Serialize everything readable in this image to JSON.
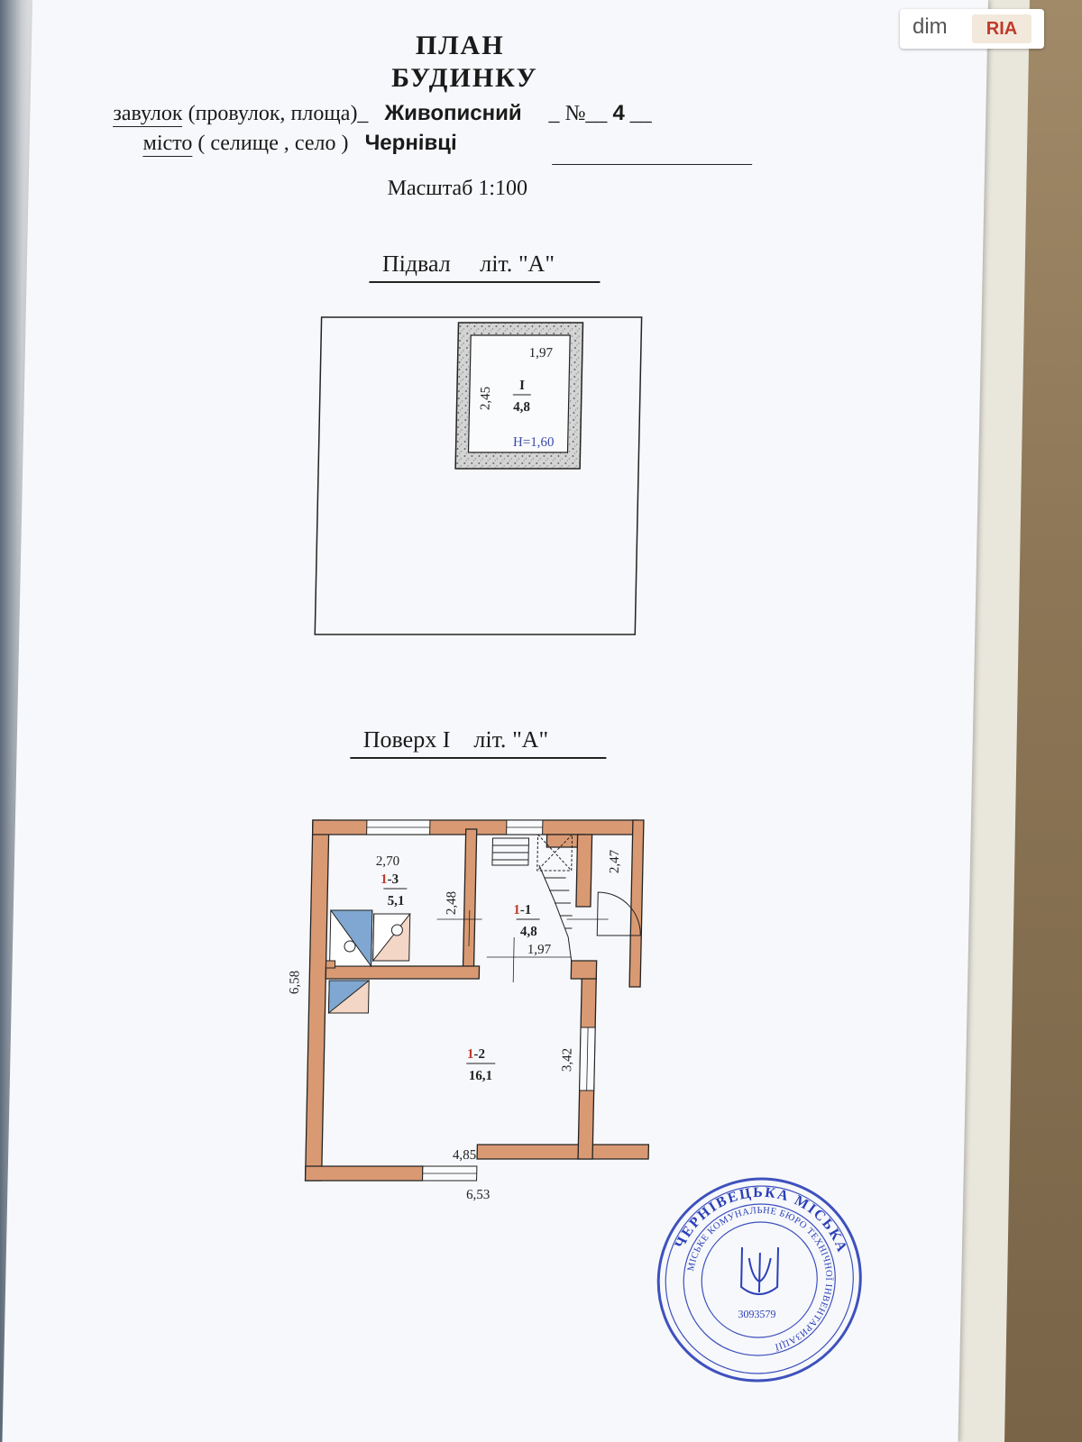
{
  "title": {
    "line1": "ПЛАН",
    "line2": "БУДИНКУ"
  },
  "address": {
    "street_type": "завулок",
    "street_alt": "(провулок, площа)_",
    "street_name": "Живописний",
    "number_label": "_ №__",
    "number": "4",
    "number_trail": "__",
    "city_type": "місто",
    "city_alt": "( селище , село )",
    "city_name": "Чернівці"
  },
  "scale": "Масштаб 1:100",
  "basement": {
    "heading": "Підвал",
    "letter": "літ. \"А\"",
    "room": {
      "id": "I",
      "area": "4,8",
      "width": "1,97",
      "length": "2,45",
      "height": "Н=1,60"
    }
  },
  "floor1": {
    "heading": "Поверх  I",
    "letter": "літ. \"А\"",
    "rooms": [
      {
        "id_prefix": "1",
        "id_suffix": "-3",
        "area": "5,1"
      },
      {
        "id_prefix": "1",
        "id_suffix": "-1",
        "area": "4,8"
      },
      {
        "id_prefix": "1",
        "id_suffix": "-2",
        "area": "16,1"
      }
    ],
    "dims": {
      "top_left": "2,70",
      "room13_side": "2,48",
      "room11_bottom": "1,97",
      "right_side": "2,47",
      "left_total": "6,58",
      "room12_side": "3,42",
      "room12_bottom": "4,85",
      "total_bottom": "6,53"
    }
  },
  "stamp": {
    "ring_top": "ЧЕРНІВЕЦЬКА МІСЬКА",
    "ring_inner": "МІСЬКЕ КОМУНАЛЬНЕ БЮРО ТЕХНІЧНОЇ ІНВЕНТАРИЗАЦІЇ",
    "code": "3093579"
  },
  "watermark": {
    "brand1": "dim",
    "brand2": "RIA"
  },
  "colors": {
    "wall": "#d99a73",
    "wall_stroke": "#222222",
    "stamp_blue": "#2a3fb8",
    "room_id_red": "#c0392b",
    "height_blue": "#3b4da8",
    "paper": "#f7f8fb"
  }
}
